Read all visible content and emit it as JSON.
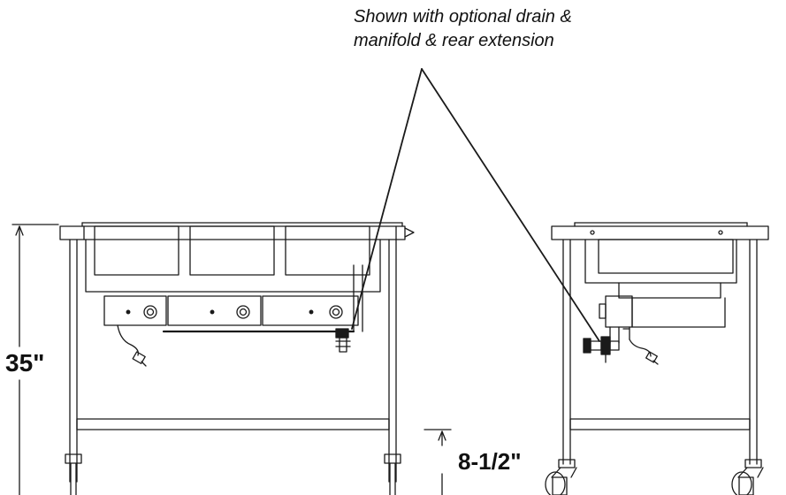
{
  "callout": {
    "line1": "Shown with optional drain &",
    "line2": "manifold & rear extension"
  },
  "dimensions": {
    "overall_height": "35\"",
    "shelf_height": "8-1/2\""
  },
  "colors": {
    "line": "#1a1a1a",
    "background": "#ffffff"
  }
}
